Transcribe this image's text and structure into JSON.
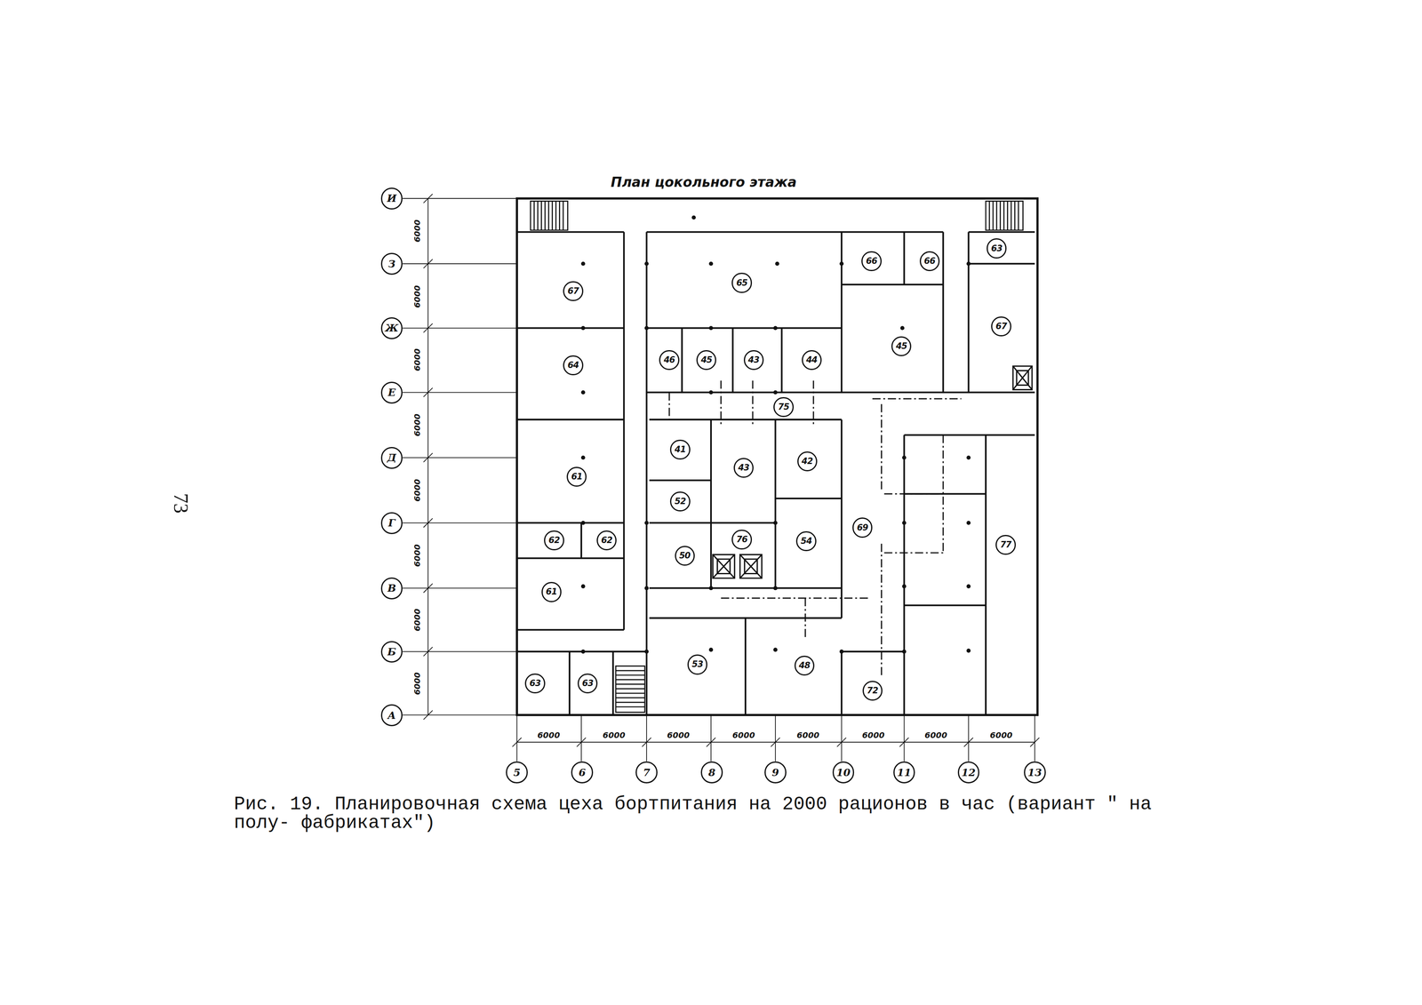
{
  "diagram": {
    "title": "План цокольного этажа",
    "caption": "Рис. 19. Планировочная схема цеха бортпитания на 2000 рационов в час (вариант \" на полу- фабрикатах\")",
    "nodes": [
      {
        "text": [
          "И"
        ]
      },
      {
        "text": [
          "З"
        ]
      },
      {
        "text": [
          "Ж"
        ]
      },
      {
        "text": [
          "Е"
        ]
      },
      {
        "text": [
          "Д"
        ]
      },
      {
        "text": [
          "Г"
        ]
      },
      {
        "text": [
          "В"
        ]
      },
      {
        "text": [
          "Б"
        ]
      },
      {
        "text": [
          "А"
        ]
      },
      {
        "text": [
          "5"
        ]
      },
      {
        "text": [
          "6"
        ]
      },
      {
        "text": [
          "7"
        ]
      },
      {
        "text": [
          "8"
        ]
      },
      {
        "text": [
          "9"
        ]
      },
      {
        "text": [
          "10"
        ]
      },
      {
        "text": [
          "11"
        ]
      },
      {
        "text": [
          "12"
        ]
      },
      {
        "text": [
          "13"
        ]
      },
      {
        "text": [
          "63"
        ]
      },
      {
        "text": [
          "66"
        ]
      },
      {
        "text": [
          "66"
        ]
      },
      {
        "text": [
          "65"
        ]
      },
      {
        "text": [
          "67"
        ]
      },
      {
        "text": [
          "67"
        ]
      },
      {
        "text": [
          "45"
        ]
      },
      {
        "text": [
          "46"
        ]
      },
      {
        "text": [
          "45"
        ]
      },
      {
        "text": [
          "43"
        ]
      },
      {
        "text": [
          "44"
        ]
      },
      {
        "text": [
          "64"
        ]
      },
      {
        "text": [
          "75"
        ]
      },
      {
        "text": [
          "41"
        ]
      },
      {
        "text": [
          "42"
        ]
      },
      {
        "text": [
          "43"
        ]
      },
      {
        "text": [
          "61"
        ]
      },
      {
        "text": [
          "52"
        ]
      },
      {
        "text": [
          "69"
        ]
      },
      {
        "text": [
          "62"
        ]
      },
      {
        "text": [
          "62"
        ]
      },
      {
        "text": [
          "76"
        ]
      },
      {
        "text": [
          "54"
        ]
      },
      {
        "text": [
          "77"
        ]
      },
      {
        "text": [
          "50"
        ]
      },
      {
        "text": [
          "61"
        ]
      },
      {
        "text": [
          "53"
        ]
      },
      {
        "text": [
          "48"
        ]
      },
      {
        "text": [
          "63"
        ]
      },
      {
        "text": [
          "63"
        ]
      },
      {
        "text": [
          "72"
        ]
      }
    ],
    "labels": [
      "73",
      "6000",
      "6000",
      "6000",
      "6000",
      "6000",
      "6000",
      "6000",
      "6000",
      "6000",
      "6000",
      "6000",
      "6000",
      "6000",
      "6000",
      "6000",
      "6000"
    ]
  }
}
